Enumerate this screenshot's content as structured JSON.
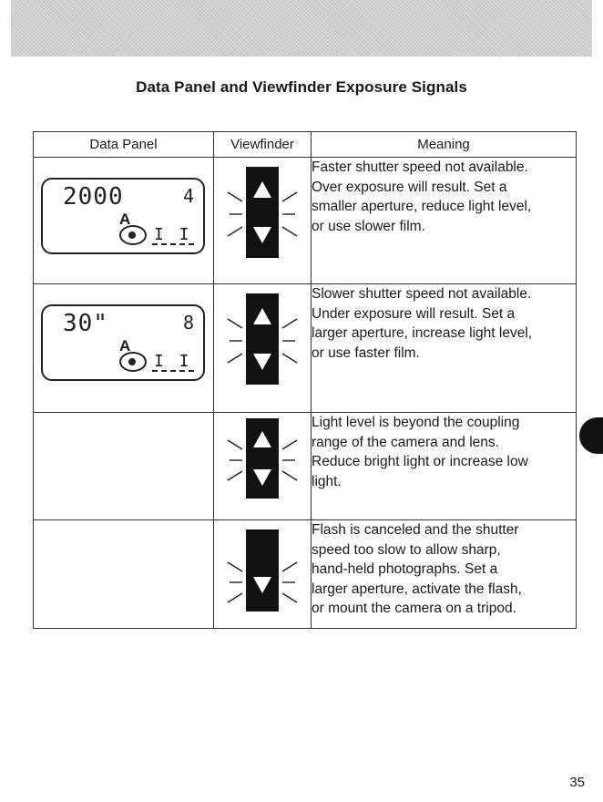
{
  "page": {
    "title": "Data Panel and Viewfinder Exposure Signals",
    "page_number": "35"
  },
  "table": {
    "headers": {
      "data_panel": "Data Panel",
      "viewfinder": "Viewfinder",
      "meaning": "Meaning"
    },
    "rows": [
      {
        "lcd": {
          "speed": "2000",
          "frames": "4",
          "mode": "A",
          "bars": "I I"
        },
        "meaning": [
          "Faster shutter speed not available.",
          "Over exposure will result.  Set a",
          "smaller aperture, reduce light level,",
          "or use slower film."
        ]
      },
      {
        "lcd": {
          "speed": "30\"",
          "frames": "8",
          "mode": "A",
          "bars": "I I"
        },
        "meaning": [
          "Slower shutter speed not available.",
          "Under exposure will result.  Set a",
          "larger aperture, increase light level,",
          "or use faster film."
        ]
      },
      {
        "meaning": [
          "Light level is beyond the coupling",
          "range of the camera and lens.",
          "Reduce bright light or increase low",
          "light."
        ]
      },
      {
        "meaning": [
          "Flash is canceled and the shutter",
          "speed too slow to allow sharp,",
          "hand-held photographs.  Set a",
          "larger aperture, activate the flash,",
          "or mount the camera on a tripod."
        ]
      }
    ]
  },
  "icons": {
    "up": "up-triangle-icon",
    "down": "down-triangle-icon",
    "blink": "blink-marks-icon",
    "self_timer": "self-timer-icon",
    "tab": "thumb-tab"
  },
  "colors": {
    "ink": "#1a1a1a",
    "band": "#cfcfcf"
  }
}
